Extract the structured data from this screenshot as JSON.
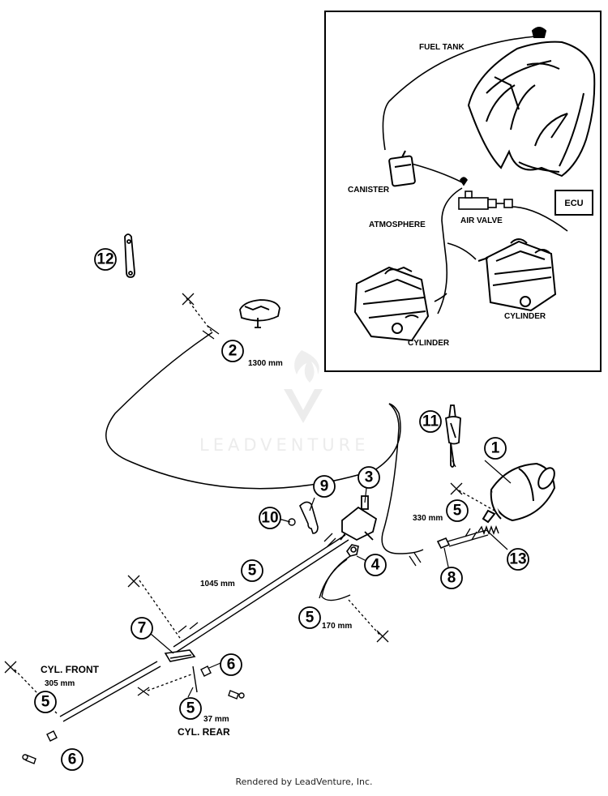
{
  "inset": {
    "fuel_tank": "FUEL TANK",
    "canister": "CANISTER",
    "atmosphere": "ATMOSPHERE",
    "air_valve": "AIR VALVE",
    "ecu": "ECU",
    "cylinder_right": "CYLINDER",
    "cylinder_left": "CYLINDER"
  },
  "callouts": {
    "c1": "1",
    "c2": "2",
    "c3": "3",
    "c4": "4",
    "c5a": "5",
    "c5b": "5",
    "c5c": "5",
    "c5d": "5",
    "c5e": "5",
    "c6a": "6",
    "c6b": "6",
    "c7": "7",
    "c8": "8",
    "c9": "9",
    "c10": "10",
    "c11": "11",
    "c12": "12",
    "c13": "13"
  },
  "measurements": {
    "m1300": "1300 mm",
    "m330": "330 mm",
    "m1045": "1045 mm",
    "m170": "170 mm",
    "m305": "305 mm",
    "m37": "37 mm"
  },
  "labels": {
    "cyl_front": "CYL. FRONT",
    "cyl_rear": "CYL. REAR"
  },
  "watermark": "LEADVENTURE",
  "footer": "Rendered by LeadVenture, Inc."
}
